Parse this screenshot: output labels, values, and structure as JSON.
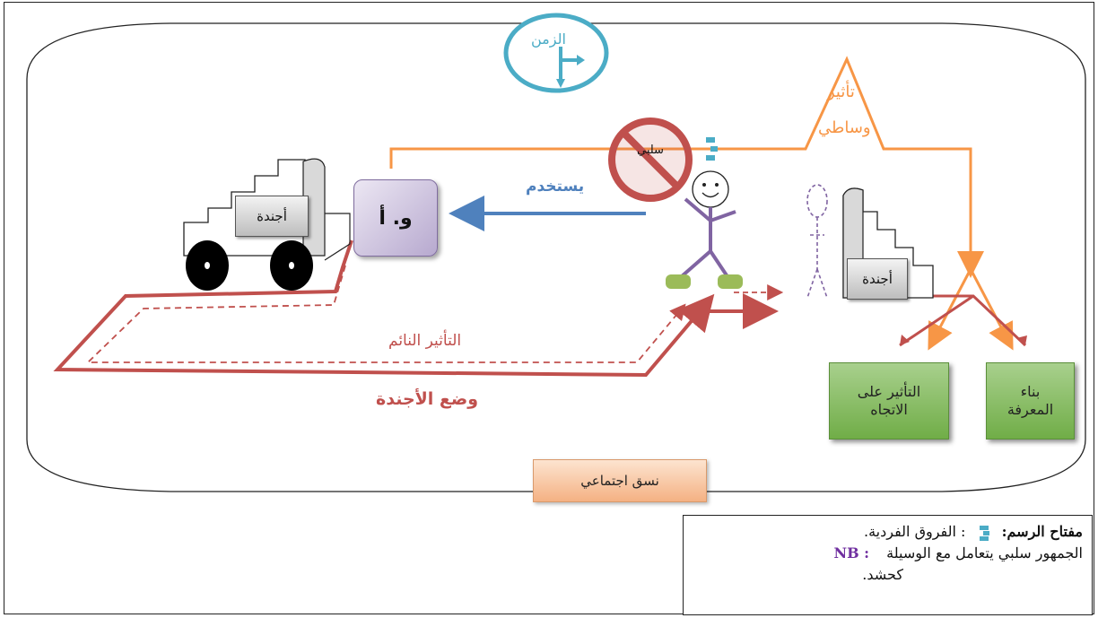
{
  "labels": {
    "time": "الزمن",
    "mediated_influence_1": "تأثير",
    "mediated_influence_2": "وساطي",
    "uses": "يستخدم",
    "passive": "سلبي",
    "media_box": "و. أ",
    "agenda_truck": "أجندة",
    "agenda_person": "أجندة",
    "sleeper_effect": "التأثير النائم",
    "agenda_setting": "وضع الأجندة",
    "attitude_effect": "التأثير على الاتجاه",
    "knowledge_building": "بناء المعرفة",
    "social_system": "نسق اجتماعي"
  },
  "legend": {
    "key_label": "مفتاح الرسم:",
    "individual_diff": ": الفروق الفردية.",
    "passive_audience": "الجمهور سلبي يتعامل مع الوسيلة",
    "nb": ": NB",
    "as_crowd": "كحشد."
  },
  "colors": {
    "red_path": "#c0504d",
    "orange": "#f79646",
    "blue_arrow": "#4f81bd",
    "purple": "#8064a2",
    "teal_clock": "#4bacc6",
    "green": "#70ad47"
  }
}
